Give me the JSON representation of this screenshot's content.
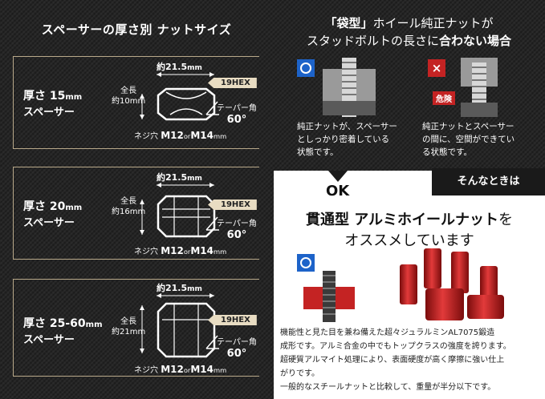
{
  "left_title": "スペーサーの厚さ別  ナットサイズ",
  "panels": [
    {
      "thickness": "厚さ 15",
      "unit": "mm",
      "spacer": "スペーサー",
      "zen_label": "全長",
      "length": "約10mm"
    },
    {
      "thickness": "厚さ 20",
      "unit": "mm",
      "spacer": "スペーサー",
      "zen_label": "全長",
      "length": "約16mm"
    },
    {
      "thickness": "厚さ 25-60",
      "unit": "mm",
      "spacer": "スペーサー",
      "zen_label": "全長",
      "length": "約21mm"
    }
  ],
  "common": {
    "width": "約21.5",
    "width_unit": "mm",
    "hex": "19HEX",
    "taper": "テーパー角",
    "taper_deg": "60°",
    "neji": "ネジ穴",
    "m12": "M12",
    "or": "or",
    "m14": "M14",
    "mm": "mm"
  },
  "right": {
    "title1_bold": "「袋型」",
    "title1_rest": "ホイール純正ナットが",
    "title2_rest": "スタッドボルトの長さに",
    "title2_bold": "合わない場合",
    "ok_caption": [
      "純正ナットが、スペーサー",
      "としっかり密着している",
      "状態です。"
    ],
    "ng_caption": [
      "純正ナットとスペーサー",
      "の間に、空間ができてい",
      "る状態です。"
    ],
    "danger": "危険",
    "ok_label": "OK",
    "banner": "そんなときは",
    "kantsu_bold": "貫通型 アルミホイールナット",
    "kantsu_rest": "を",
    "kantsu_line2": "オススメしています",
    "desc": [
      "機能性と見た目を兼ね備えた超々ジュラルミンAL7075鍛造",
      "成形です。アルミ合金の中でもトップクラスの強度を誇ります。",
      "超硬質アルマイト処理により、表面硬度が高く摩擦に強い仕上",
      "がりです。",
      "一般的なスチールナットと比較して、重量が半分以下です。"
    ]
  },
  "colors": {
    "red": "#c42323",
    "blue": "#1d63c9",
    "gold": "#b9a98a"
  }
}
